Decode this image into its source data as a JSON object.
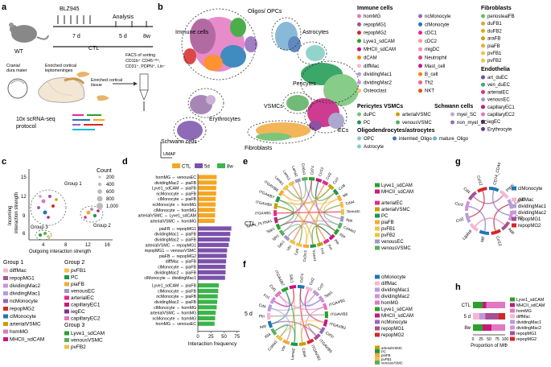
{
  "panels": {
    "a": {
      "letter": "a",
      "drug": "BLZ945",
      "analysis": "Analysis",
      "t7d": "7 d",
      "t5d": "5 d",
      "t8w": "8w",
      "ctl": "CTL",
      "wt": "WT",
      "cranial": [
        "Cranial",
        "dura mater"
      ],
      "enriched_lepto": [
        "Enriched cortical",
        "leptomeninges"
      ],
      "enriched_tissue": [
        "Enriched cortical",
        "tissue"
      ],
      "facs": [
        "FACS of sorting",
        "CD11b⁺ CD45⁺ˡ⁶ˣ,",
        "CD31⁺, PDPN⁺, Lin⁻"
      ],
      "protocol": [
        "10x scRNA-seq",
        "protocol"
      ]
    },
    "b": {
      "letter": "b",
      "umap_axis": "UMAP",
      "clusters": [
        "Immune cells",
        "Oligos/ OPCs",
        "Astrocytes",
        "Pericytes",
        "VSMCs",
        "Erythrocytes",
        "ECs",
        "Schwann cells",
        "Fibroblasts"
      ],
      "legend": {
        "immune_title": "Immune cells",
        "immune_col1": [
          {
            "label": "homMG",
            "color": "#e377c2"
          },
          {
            "label": "repopMG1",
            "color": "#a55194"
          },
          {
            "label": "repopMG2",
            "color": "#d62728"
          },
          {
            "label": "Lyve1_sdCAM",
            "color": "#2ca02c"
          },
          {
            "label": "MHCII_sdCAM",
            "color": "#c5197d"
          },
          {
            "label": "dCAM",
            "color": "#ff7f0e"
          },
          {
            "label": "diffMac",
            "color": "#f7b6d2"
          },
          {
            "label": "dividingMac1",
            "color": "#b39ddb"
          },
          {
            "label": "dividingMac2",
            "color": "#ce93d8"
          },
          {
            "label": "Osteoclast",
            "color": "#ffbb78"
          }
        ],
        "immune_col2": [
          {
            "label": "ncMonocyte",
            "color": "#9467bd"
          },
          {
            "label": "clMonocyte",
            "color": "#1f77b4"
          },
          {
            "label": "cDC1",
            "color": "#e7298a"
          },
          {
            "label": "cDC2",
            "color": "#ff9896"
          },
          {
            "label": "migDC",
            "color": "#f48fb1"
          },
          {
            "label": "Neutrophil",
            "color": "#ec407a"
          },
          {
            "label": "Mast_cell",
            "color": "#c51b8a"
          },
          {
            "label": "B_cell",
            "color": "#ff7f0e"
          },
          {
            "label": "Th2",
            "color": "#f06292"
          },
          {
            "label": "NKT",
            "color": "#e6550d"
          }
        ],
        "fibro_title": "Fibroblasts",
        "fibro": [
          {
            "label": "periostealFB",
            "color": "#66bd63"
          },
          {
            "label": "duFB1",
            "color": "#d9a441"
          },
          {
            "label": "duFB2",
            "color": "#e6a817"
          },
          {
            "label": "araFB",
            "color": "#c7a005"
          },
          {
            "label": "piaFB",
            "color": "#f2a93b"
          },
          {
            "label": "pvFB1",
            "color": "#f5c04a"
          },
          {
            "label": "pvFB2",
            "color": "#e8c547"
          }
        ],
        "endo_title": "Endothelia",
        "endo": [
          {
            "label": "art_duEC",
            "color": "#6a51a3"
          },
          {
            "label": "ven_duEC",
            "color": "#41ab5d"
          },
          {
            "label": "arterialEC",
            "color": "#e7298a"
          },
          {
            "label": "venousEC",
            "color": "#9e9ac8"
          },
          {
            "label": "capillaryEC1",
            "color": "#c51b7d"
          },
          {
            "label": "capillaryEC2",
            "color": "#e377c2"
          },
          {
            "label": "iegEC",
            "color": "#7b3294"
          },
          {
            "label": "Erythrocyte",
            "color": "#5e3c99"
          }
        ],
        "peri_title": "Pericytes VSMCs",
        "schwann_title": "Schwann cells",
        "peri_rows": [
          [
            {
              "label": "duPC",
              "color": "#74c476"
            },
            {
              "label": "arterialVSMC",
              "color": "#c7a005"
            },
            {
              "label": "myel_SC",
              "color": "#c2a5cf"
            }
          ],
          [
            {
              "label": "PC",
              "color": "#1a9850"
            },
            {
              "label": "venousVSMC",
              "color": "#5aae61"
            },
            {
              "label": "non_myel_SC",
              "color": "#9970ab"
            }
          ]
        ],
        "oligo_title": "Oligodendrocytes/astrocytes",
        "oligo_row1": [
          {
            "label": "OPC",
            "color": "#91bfdb"
          },
          {
            "label": "intermed_Oligo",
            "color": "#4575b4"
          },
          {
            "label": "mature_Oligo",
            "color": "#74add1"
          }
        ],
        "oligo_row2": [
          {
            "label": "Astrocyte",
            "color": "#80cdc1"
          }
        ]
      }
    },
    "c": {
      "letter": "c",
      "ylabel1": "Incoming",
      "ylabel2": "interaction strength",
      "xlabel": "Outgoing interaction strength",
      "xticks": [
        "4",
        "8",
        "12",
        "16"
      ],
      "yticks": [
        "6",
        "9",
        "12",
        "15"
      ],
      "count_title": "Count",
      "count_values": [
        "200",
        "400",
        "600",
        "800",
        "1,000"
      ],
      "group_labels": [
        "Group 1",
        "Group 2",
        "Group 3"
      ],
      "group1_title": "Group 1",
      "group1": [
        {
          "label": "diffMac",
          "color": "#f7b6d2"
        },
        {
          "label": "repopMG1",
          "color": "#a55194"
        },
        {
          "label": "dividingMac2",
          "color": "#ce93d8"
        },
        {
          "label": "dividingMac1",
          "color": "#b39ddb"
        },
        {
          "label": "ncMonocyte",
          "color": "#9467bd"
        },
        {
          "label": "repopMG2",
          "color": "#d62728"
        },
        {
          "label": "clMonocyte",
          "color": "#1f77b4"
        },
        {
          "label": "arterialVSMC",
          "color": "#c7a005"
        },
        {
          "label": "homMG",
          "color": "#e377c2"
        },
        {
          "label": "MHCII_sdCAM",
          "color": "#c5197d"
        }
      ],
      "group2_title": "Group 2",
      "group2": [
        {
          "label": "pvFB1",
          "color": "#f5c04a"
        },
        {
          "label": "PC",
          "color": "#1a9850"
        },
        {
          "label": "piaFB",
          "color": "#f2a93b"
        },
        {
          "label": "venousEC",
          "color": "#9e9ac8"
        },
        {
          "label": "arterialEC",
          "color": "#e7298a"
        },
        {
          "label": "capillaryEC1",
          "color": "#c51b7d"
        },
        {
          "label": "iegEC",
          "color": "#7b3294"
        },
        {
          "label": "capillaryEC2",
          "color": "#e377c2"
        }
      ],
      "group3_title": "Group 3",
      "group3": [
        {
          "label": "Lyve1_sdCAM",
          "color": "#2ca02c"
        },
        {
          "label": "venousVSMC",
          "color": "#5aae61"
        },
        {
          "label": "pvFB2",
          "color": "#e8c547"
        }
      ]
    },
    "d": {
      "letter": "d"
    },
    "e": {
      "letter": "e",
      "condition": "CTL",
      "legend": [
        {
          "label": "Lyve1_sdCAM",
          "color": "#2ca02c"
        },
        {
          "label": "MHCII_sdCAM",
          "color": "#c5197d"
        },
        {
          "label": "arterialEC",
          "color": "#e7298a"
        },
        {
          "label": "arterialVSMC",
          "color": "#c7a005"
        },
        {
          "label": "PC",
          "color": "#1a9850"
        },
        {
          "label": "piaFB",
          "color": "#f2a93b"
        },
        {
          "label": "pvFB1",
          "color": "#f5c04a"
        },
        {
          "label": "pvFB2",
          "color": "#e8c547"
        },
        {
          "label": "venousEC",
          "color": "#9e9ac8"
        },
        {
          "label": "venousVSMC",
          "color": "#5aae61"
        }
      ],
      "genes": [
        "Cd74",
        "Ccl12",
        "Ccl2",
        "Ccl7",
        "Ccl8",
        "Mif",
        "Cd44",
        "Sema3c",
        "App",
        "Cd44a1",
        "Il34",
        "Ptn",
        "Prn",
        "Fn1",
        "Vcam1",
        "Cx3cr1",
        "Cd4",
        "Vtn",
        "Sdc1",
        "Igfr1",
        "Spp1",
        "NRP1_PLXNA1",
        "ITGA4/B1",
        "ITGAV/B5",
        "ITGA4/B7",
        "ITGAV/B8",
        "Lamb1",
        "Lamc1",
        "Lama2",
        "Col1a1"
      ]
    },
    "f": {
      "letter": "f",
      "condition": "5 d",
      "legend1": [
        {
          "label": "clMonocyte",
          "color": "#1f77b4"
        },
        {
          "label": "diffMac",
          "color": "#f7b6d2"
        },
        {
          "label": "dividingMac1",
          "color": "#b39ddb"
        },
        {
          "label": "dividingMac2",
          "color": "#ce93d8"
        },
        {
          "label": "homMG",
          "color": "#e377c2"
        },
        {
          "label": "Lyve1_sdCAM",
          "color": "#2ca02c"
        },
        {
          "label": "MHCII_sdCAM",
          "color": "#c5197d"
        },
        {
          "label": "ncMonocyte",
          "color": "#9467bd"
        },
        {
          "label": "repopMG1",
          "color": "#a55194"
        },
        {
          "label": "repopMG2",
          "color": "#d62728"
        }
      ],
      "legend2": [
        {
          "label": "arterialVSMC",
          "color": "#c7a005"
        },
        {
          "label": "PC",
          "color": "#1a9850"
        },
        {
          "label": "piaFB",
          "color": "#f2a93b"
        },
        {
          "label": "pvFB1",
          "color": "#f5c04a"
        },
        {
          "label": "venousVSMC",
          "color": "#5aae61"
        }
      ],
      "genes": [
        "Cd74",
        "Ccl2",
        "Ccl7",
        "Spp1",
        "ITGA4/B1",
        "ITGAV/B5",
        "ITGAV/B1",
        "Csf1r",
        "ITGAV/B5",
        "ITGAV/B1",
        "Cd44",
        "Lama2",
        "Vtn",
        "Col4a1",
        "Il34",
        "App",
        "Ptn",
        "Cd4",
        "Fn1",
        "Csf1",
        "ITGA4/B7",
        "Sdc1"
      ]
    },
    "g": {
      "letter": "g",
      "legend": [
        {
          "label": "clMonocyte",
          "color": "#1f77b4"
        },
        {
          "label": "diffMac",
          "color": "#f7b6d2"
        },
        {
          "label": "dividingMac1",
          "color": "#b39ddb"
        },
        {
          "label": "dividingMac2",
          "color": "#ce93d8"
        },
        {
          "label": "repopMG1",
          "color": "#a55194"
        },
        {
          "label": "repopMG2",
          "color": "#d62728"
        }
      ],
      "genes": [
        "CD74_CD44",
        "Ptprc",
        "Cd74",
        "Ccl2",
        "App",
        "Ccl12",
        "Mif",
        "Lgals9",
        "Ccl2",
        "Ccr2",
        "Cd4",
        "Ccl12"
      ]
    },
    "h": {
      "letter": "h",
      "legend": [
        {
          "label": "Lyve1_sdCAM",
          "color": "#2ca02c"
        },
        {
          "label": "MHCII_sdCAM",
          "color": "#c5197d"
        },
        {
          "label": "homMG",
          "color": "#e377c2"
        },
        {
          "label": "diffMac",
          "color": "#f7b6d2"
        },
        {
          "label": "dividingMac1",
          "color": "#b39ddb"
        },
        {
          "label": "dividingMac2",
          "color": "#ce93d8"
        },
        {
          "label": "repopMG1",
          "color": "#a55194"
        },
        {
          "label": "repopMG2",
          "color": "#d62728"
        }
      ]
    }
  },
  "chart_data": [
    {
      "type": "bar",
      "orientation": "horizontal",
      "xlabel": "Interaction frequency",
      "xticks": [
        0,
        25,
        50,
        75
      ],
      "xlim": [
        0,
        80
      ],
      "legend_position": "top",
      "series": [
        {
          "name": "CTL",
          "color": "#f5a623",
          "categories": [
            "homMG ⇔ venousEC",
            "dividingMac2 ⇔ piaFB",
            "Lyve1_sdCAM ⇔ piaFB",
            "ncMonocyte ⇔ piaFB",
            "clMonocyte ⇔ piaFB",
            "ncMonocyte ⇔ homMG",
            "clMonocyte ⇔ homMG",
            "arterialVSMC ⇔ Lyve1_sdCAM",
            "arterialVSMC ⇔ homMG"
          ],
          "values": [
            36,
            36,
            35,
            35,
            34,
            34,
            33,
            33,
            32
          ]
        },
        {
          "name": "5d",
          "color": "#7b52ab",
          "categories": [
            "piaFB ⇔ repopMG1",
            "dividingMac1 ⇔ piaFB",
            "dividingMac2 ⇔ piaFB",
            "arterialVSMC ⇔ repopMG1",
            "repopMG1 ⇔ venousVSMC",
            "piaFB ⇔ repopMG2",
            "diffMac ⇔ piaFB",
            "clMonocyte ⇔ piaFB",
            "dividingMac2 ⇔ piaFB",
            "clMonocyte ⇔ dividingMac1"
          ],
          "values": [
            64,
            62,
            61,
            59,
            56,
            55,
            54,
            53,
            53,
            52
          ]
        },
        {
          "name": "8w",
          "color": "#3cb44b",
          "categories": [
            "Lyve1_sdCAM ⇔ piaFB",
            "clMonocyte ⇔ piaFB",
            "ncMonocyte ⇔ piaFB",
            "dividingMac2 ⇔ piaFB",
            "clMonocyte ⇔ homMG",
            "arterialVSMC ⇔ homMG",
            "ncMonocyte ⇔ homMG",
            "homMG ⇔ venousEC"
          ],
          "values": [
            40,
            39,
            38,
            37,
            36,
            34,
            33,
            32
          ]
        }
      ]
    },
    {
      "type": "bar",
      "orientation": "horizontal",
      "stacked": true,
      "xlabel": "Proportion of MΦ",
      "xticks": [
        0,
        25,
        50,
        75,
        100
      ],
      "categories": [
        "CTL",
        "5 d",
        "8w"
      ],
      "series": [
        {
          "name": "Lyve1_sdCAM",
          "values": [
            30,
            0,
            30
          ]
        },
        {
          "name": "MHCII_sdCAM",
          "values": [
            12,
            0,
            28
          ]
        },
        {
          "name": "homMG",
          "values": [
            58,
            0,
            42
          ]
        },
        {
          "name": "diffMac",
          "values": [
            0,
            20,
            0
          ]
        },
        {
          "name": "dividingMac1",
          "values": [
            0,
            10,
            0
          ]
        },
        {
          "name": "dividingMac2",
          "values": [
            0,
            8,
            0
          ]
        },
        {
          "name": "repopMG1",
          "values": [
            0,
            42,
            0
          ]
        },
        {
          "name": "repopMG2",
          "values": [
            0,
            20,
            0
          ]
        }
      ]
    }
  ]
}
